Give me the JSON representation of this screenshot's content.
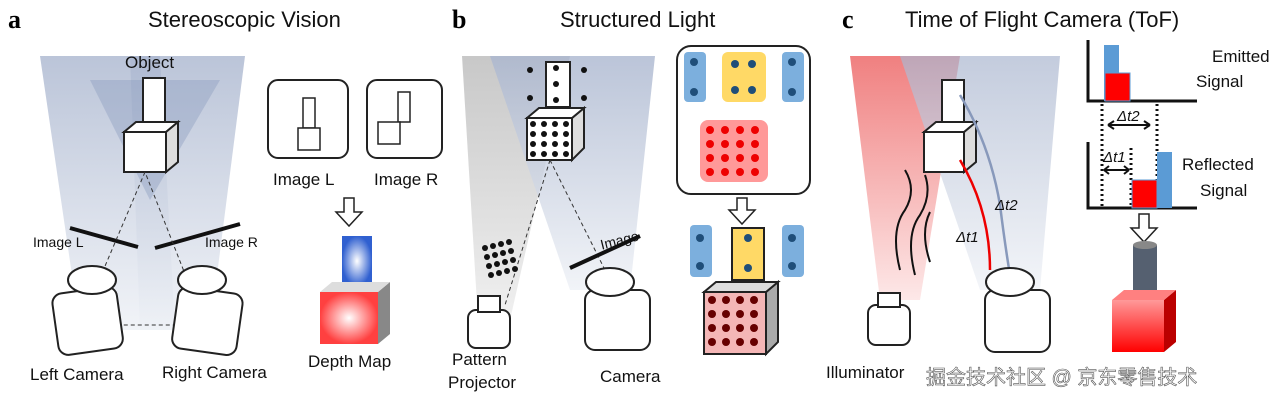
{
  "panels": {
    "a": {
      "letter": "a",
      "title": "Stereoscopic Vision",
      "object": "Object",
      "image_l_inset": "Image L",
      "image_r_inset": "Image R",
      "image_l": "Image L",
      "image_r": "Image R",
      "left_camera": "Left Camera",
      "right_camera": "Right Camera",
      "depth_map": "Depth Map"
    },
    "b": {
      "letter": "b",
      "title": "Structured Light",
      "image": "Image",
      "pattern_projector_1": "Pattern",
      "pattern_projector_2": "Projector",
      "camera": "Camera"
    },
    "c": {
      "letter": "c",
      "title": "Time of Flight Camera (ToF)",
      "emitted_1": "Emitted",
      "emitted_2": "Signal",
      "reflected_1": "Reflected",
      "reflected_2": "Signal",
      "dt2": "Δt2",
      "dt1": "Δt1",
      "dt1_path": "Δt1",
      "dt2_path": "Δt2",
      "illuminator": "Illuminator"
    }
  },
  "watermark": "掘金技术社区 @ 京东零售技术",
  "colors": {
    "blue": "#5b9bd5",
    "red": "#ff0000",
    "yellow": "#ffd966",
    "beam": "#b4bfd6"
  }
}
